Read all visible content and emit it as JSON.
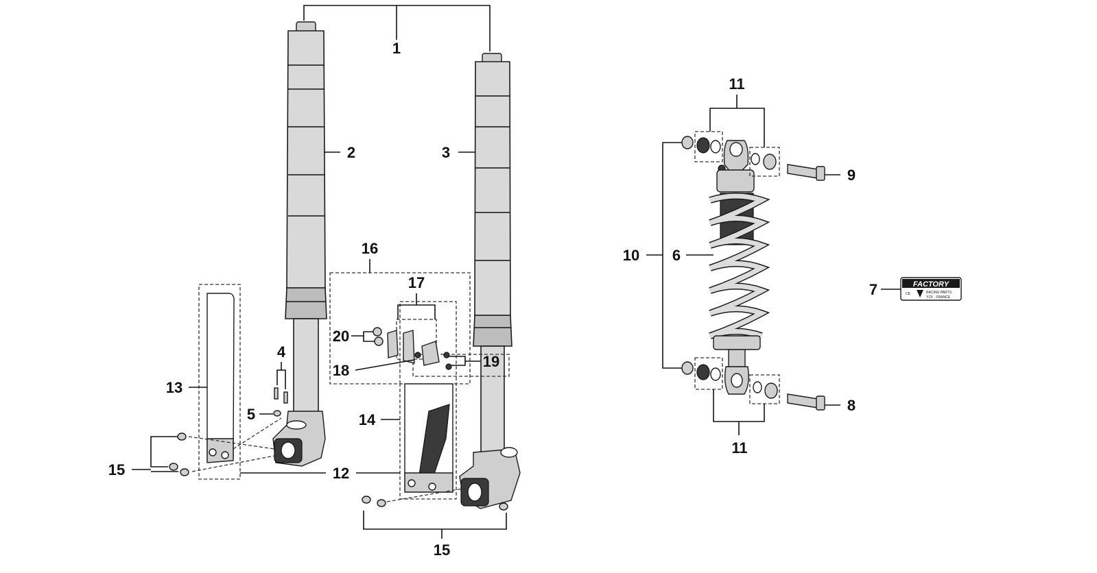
{
  "callouts": {
    "c1": "1",
    "c2": "2",
    "c3": "3",
    "c4": "4",
    "c5": "5",
    "c6": "6",
    "c7": "7",
    "c8": "8",
    "c9": "9",
    "c10": "10",
    "c11_top": "11",
    "c11_bottom": "11",
    "c12": "12",
    "c13": "13",
    "c14": "14",
    "c15_left": "15",
    "c15_bottom": "15",
    "c16": "16",
    "c17": "17",
    "c18": "18",
    "c19": "19",
    "c20": "20"
  },
  "decal": {
    "brand": "FACTORY",
    "line1": "RACING PARTS",
    "line2": "YCF · FRANCE",
    "mark": "CE"
  },
  "colors": {
    "line": "#111111",
    "part_fill": "#d9d9d9",
    "spring_core": "#3a3a3a"
  }
}
